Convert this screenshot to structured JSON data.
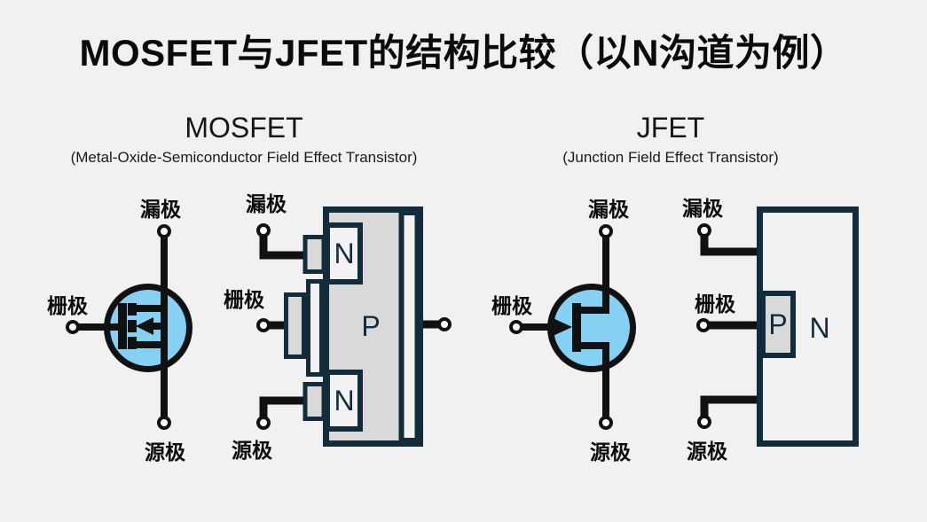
{
  "title": "MOSFET与JFET的结构比较（以N沟道为例）",
  "labels": {
    "drain": "漏极",
    "gate": "栅极",
    "source": "源极"
  },
  "mosfet": {
    "heading": "MOSFET",
    "subtitle": "(Metal-Oxide-Semiconductor Field Effect Transistor)",
    "structure": {
      "body": "P",
      "top_region": "N",
      "bottom_region": "N"
    }
  },
  "jfet": {
    "heading": "JFET",
    "subtitle": "(Junction Field Effect Transistor)",
    "structure": {
      "channel": "N",
      "gate_region": "P"
    }
  },
  "colors": {
    "background": "#f1f1f1",
    "symbol_fill": "#85d1f3",
    "symbol_outline": "#111111",
    "structure_outline": "#132c3c",
    "region_gray": "#d9d9d9",
    "region_light": "#f2f2f2"
  }
}
